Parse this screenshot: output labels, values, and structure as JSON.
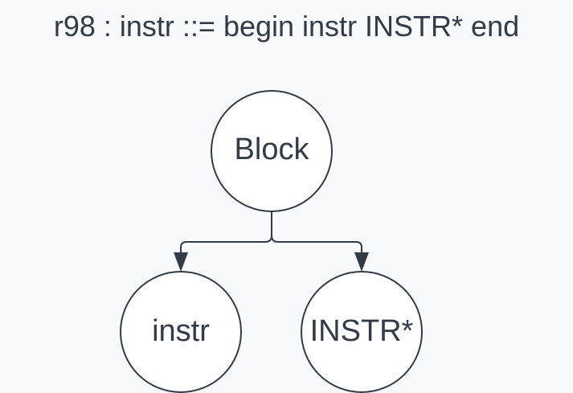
{
  "title": "r98 : instr ::= begin instr INSTR* end",
  "nodes": {
    "root": {
      "label": "Block"
    },
    "left": {
      "label": "instr"
    },
    "right": {
      "label": "INSTR*"
    }
  },
  "colors": {
    "background": "#f8f9fb",
    "stroke": "#333b47",
    "node_fill": "#ffffff",
    "text": "#333b47"
  }
}
